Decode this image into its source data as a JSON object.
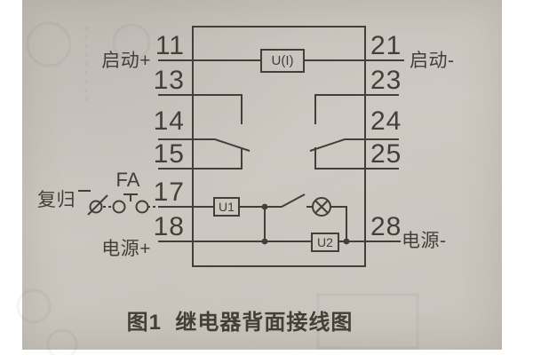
{
  "figure": {
    "caption": "图1  继电器背面接线图"
  },
  "diagram": {
    "left_labels": {
      "start_plus": "启动+",
      "reset": "复归",
      "reset_button": "FA",
      "power_plus": "电源+"
    },
    "right_labels": {
      "start_minus": "启动-",
      "power_minus": "电源-"
    },
    "terminals_left": [
      "11",
      "13",
      "14",
      "15",
      "17",
      "18"
    ],
    "terminals_right": [
      "21",
      "23",
      "24",
      "25",
      "28"
    ],
    "components": {
      "ui": "U(I)",
      "u1": "U1",
      "u2": "U2"
    },
    "icons": {
      "lamp": "indicator-lamp-icon",
      "pushbutton": "pushbutton-contact-icon",
      "switch": "open-switch-contact-icon"
    },
    "colors": {
      "ink": "#443e38",
      "paper": "#c9c4bd",
      "page_bg": "#ffffff"
    }
  }
}
